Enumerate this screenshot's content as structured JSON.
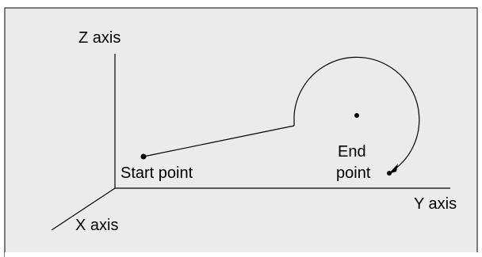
{
  "colors": {
    "background": "#ebebeb",
    "ink": "#000000",
    "page": "#ffffff"
  },
  "axes": {
    "z_label": "Z axis",
    "y_label": "Y axis",
    "x_label": "X axis"
  },
  "points": {
    "start_label": "Start point",
    "end_label_line1": "End",
    "end_label_line2": "point"
  }
}
